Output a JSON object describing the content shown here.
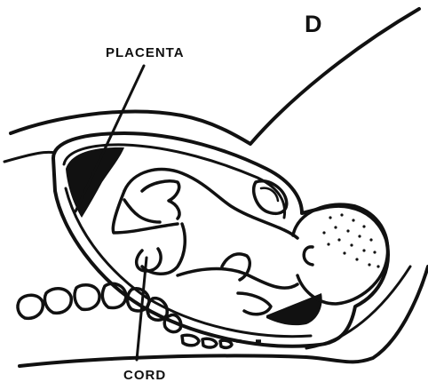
{
  "figure": {
    "panel_letter": "D",
    "labels": {
      "placenta": "PLACENTA",
      "cord": "CORD"
    },
    "colors": {
      "ink": "#111111",
      "paper": "#ffffff"
    }
  }
}
